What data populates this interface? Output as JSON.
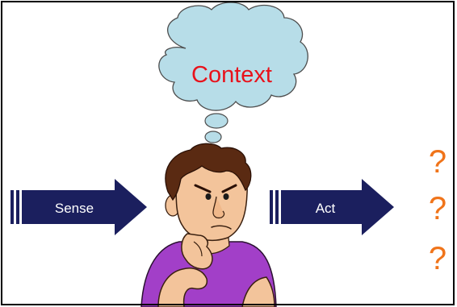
{
  "diagram": {
    "thought_text": "Context",
    "sense_label": "Sense",
    "act_label": "Act",
    "question_marks": [
      "?",
      "?",
      "?"
    ]
  },
  "colors": {
    "cloud_fill": "#b7dde8",
    "cloud_stroke": "#4d4d4d",
    "context_text": "#e8121b",
    "arrow_fill": "#1b1f5e",
    "arrow_label": "#ffffff",
    "question_mark": "#f0741a",
    "shirt": "#a23fc8",
    "skin": "#f3c49b",
    "hair": "#5a2a12"
  }
}
